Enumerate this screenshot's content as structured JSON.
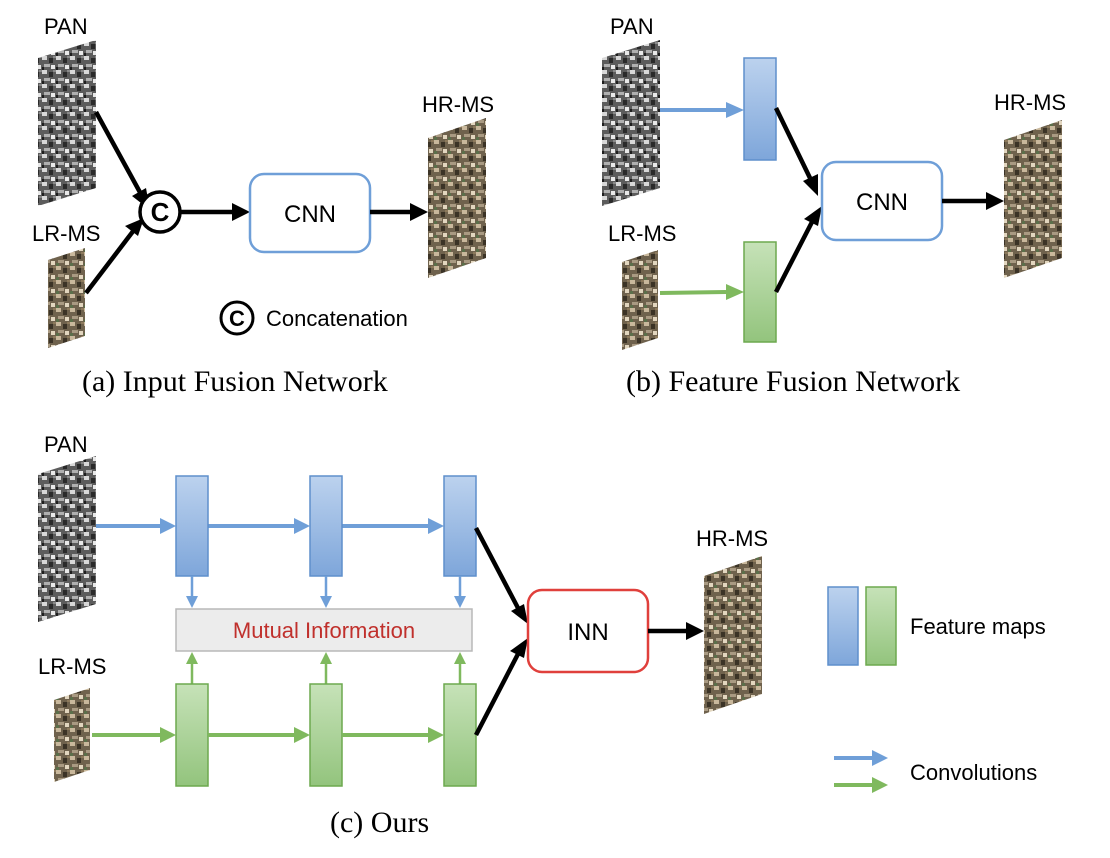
{
  "panels": {
    "a": {
      "caption": "(a) Input Fusion Network",
      "pan": "PAN",
      "lrms": "LR-MS",
      "hrms": "HR-MS",
      "block": "CNN",
      "concat_symbol": "C",
      "concat_legend": "Concatenation"
    },
    "b": {
      "caption": "(b) Feature Fusion Network",
      "pan": "PAN",
      "lrms": "LR-MS",
      "hrms": "HR-MS",
      "block": "CNN"
    },
    "c": {
      "caption": "(c) Ours",
      "pan": "PAN",
      "lrms": "LR-MS",
      "hrms": "HR-MS",
      "block": "INN",
      "mutual_info": "Mutual Information"
    }
  },
  "legend": {
    "feature_maps": "Feature maps",
    "convolutions": "Convolutions"
  },
  "colors": {
    "pan_feature": "#7ea6da",
    "ms_feature": "#93c47d",
    "pan_arrow": "#6f9fd8",
    "ms_arrow": "#7fb95e",
    "cnn_border": "#6f9fd8",
    "inn_border": "#e0403c",
    "mi_text": "#c0302c"
  }
}
